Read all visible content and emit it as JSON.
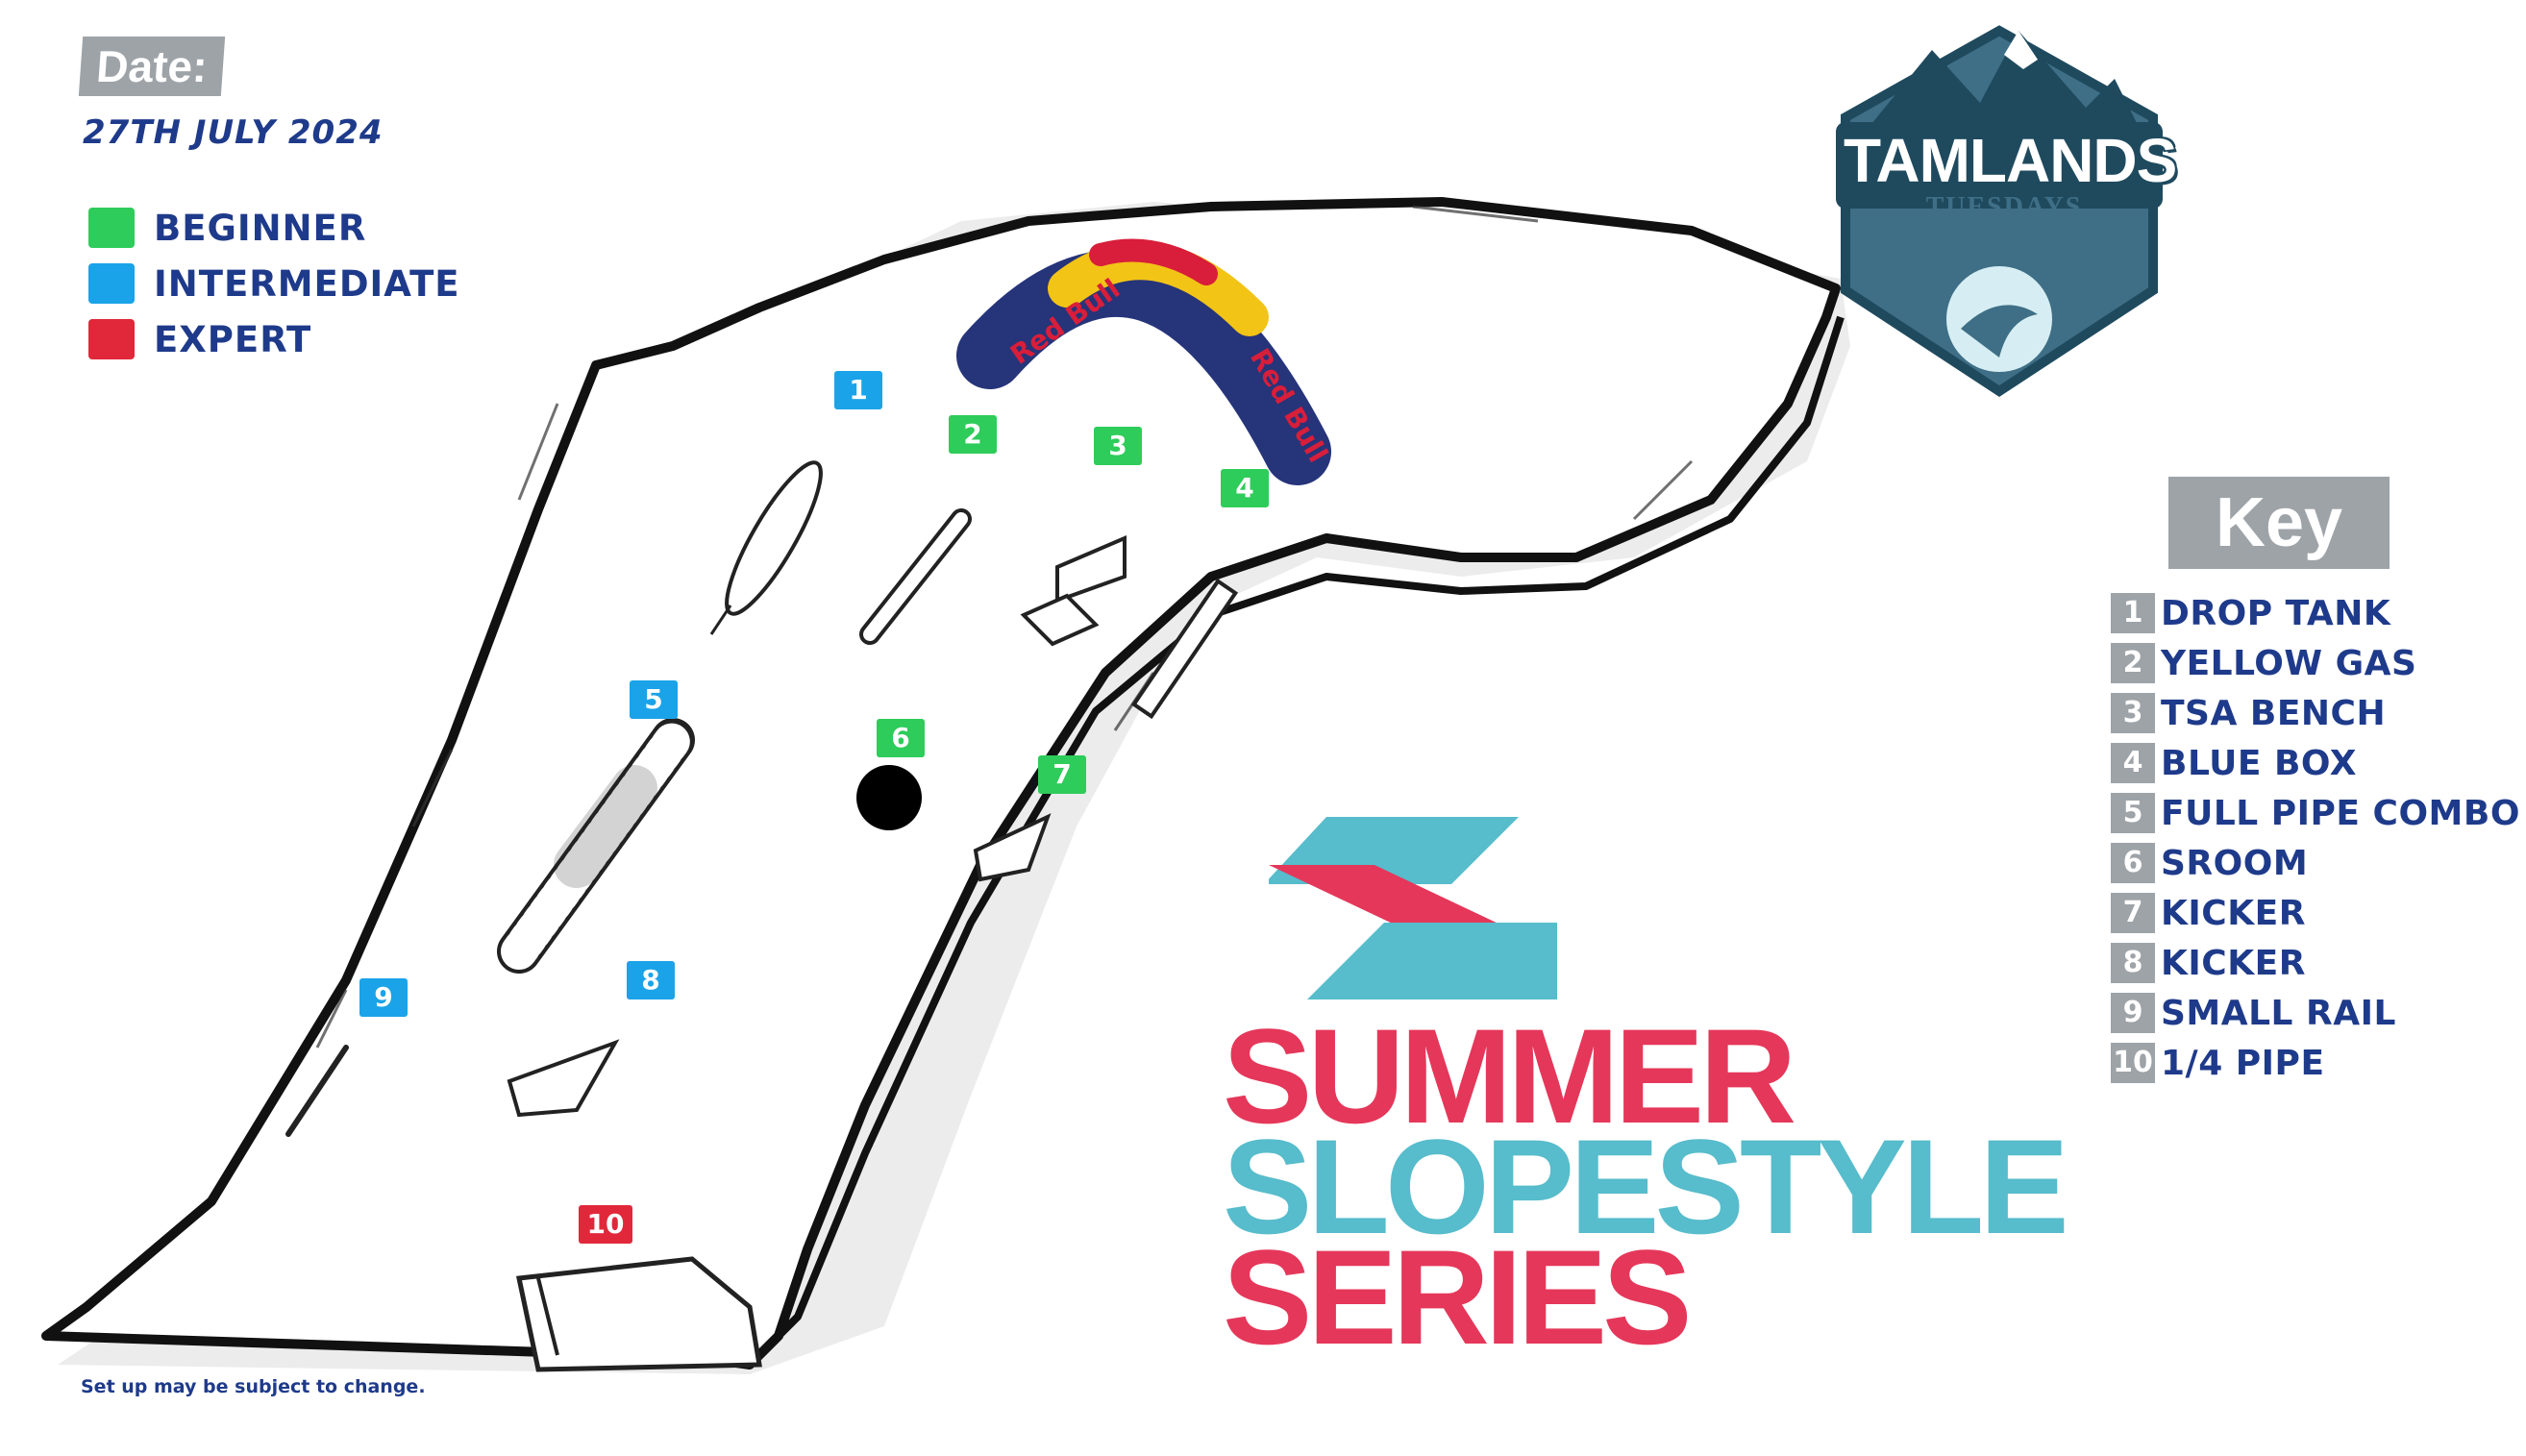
{
  "header": {
    "date_label": "Date:",
    "date_value": "27TH JULY 2024"
  },
  "difficulty_legend": [
    {
      "label": "BEGINNER",
      "color": "#2ecc5a"
    },
    {
      "label": "INTERMEDIATE",
      "color": "#1aa3e8"
    },
    {
      "label": "EXPERT",
      "color": "#e0283a"
    }
  ],
  "features": [
    {
      "num": "1",
      "level": "intermediate"
    },
    {
      "num": "2",
      "level": "beginner"
    },
    {
      "num": "3",
      "level": "beginner"
    },
    {
      "num": "4",
      "level": "beginner"
    },
    {
      "num": "5",
      "level": "intermediate"
    },
    {
      "num": "6",
      "level": "beginner"
    },
    {
      "num": "7",
      "level": "beginner"
    },
    {
      "num": "8",
      "level": "intermediate"
    },
    {
      "num": "9",
      "level": "intermediate"
    },
    {
      "num": "10",
      "level": "expert"
    }
  ],
  "key": {
    "title": "Key",
    "items": [
      {
        "num": "1",
        "label": "DROP TANK"
      },
      {
        "num": "2",
        "label": "YELLOW GAS"
      },
      {
        "num": "3",
        "label": "TSA BENCH"
      },
      {
        "num": "4",
        "label": "BLUE BOX"
      },
      {
        "num": "5",
        "label": "FULL PIPE COMBO"
      },
      {
        "num": "6",
        "label": "SROOM"
      },
      {
        "num": "7",
        "label": "KICKER"
      },
      {
        "num": "8",
        "label": "KICKER"
      },
      {
        "num": "9",
        "label": "SMALL RAIL"
      },
      {
        "num": "10",
        "label": "1/4 PIPE"
      }
    ]
  },
  "series": {
    "line1": "SUMMER",
    "line2": "SLOPESTYLE",
    "line3": "SERIES",
    "color_primary": "#e5375a",
    "color_secondary": "#57bccb"
  },
  "logo": {
    "title": "TAMLANDS",
    "subtitle": "TUESDAYS",
    "color_dark": "#1f4a5e",
    "color_mid": "#3f6f86"
  },
  "arch": {
    "brand_text": "Red Bull",
    "color_blue": "#26347a",
    "color_red": "#d81e3a",
    "color_yellow": "#f2c416"
  },
  "disclaimer": "Set up may be subject to change."
}
